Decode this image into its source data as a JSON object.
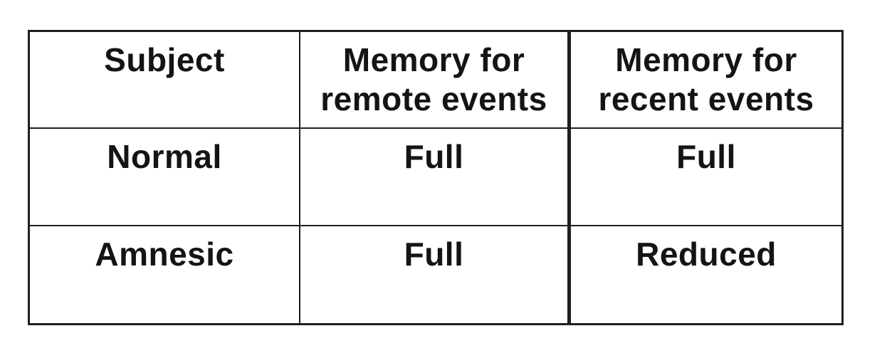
{
  "figure": {
    "background_color": "#ffffff",
    "border_color": "#1f1f1f",
    "text_color": "#141414"
  },
  "chart_data": {
    "type": "table",
    "title": "",
    "columns": [
      "Subject",
      "Memory for remote events",
      "Memory for recent events"
    ],
    "rows": [
      [
        "Normal",
        "Full",
        "Full"
      ],
      [
        "Amnesic",
        "Full",
        "Reduced"
      ]
    ],
    "layout_hints": {
      "grid": "3x3 ruled table, heavy outer border, thicker divider before last column",
      "text_alignment": "center horizontal, top vertical",
      "font_weight": "bold"
    }
  },
  "table": {
    "header_cells": [
      "Subject",
      "Memory for remote events",
      "Memory for recent events"
    ],
    "body_rows": [
      {
        "cells": [
          "Normal",
          "Full",
          "Full"
        ]
      },
      {
        "cells": [
          "Amnesic",
          "Full",
          "Reduced"
        ]
      }
    ]
  }
}
